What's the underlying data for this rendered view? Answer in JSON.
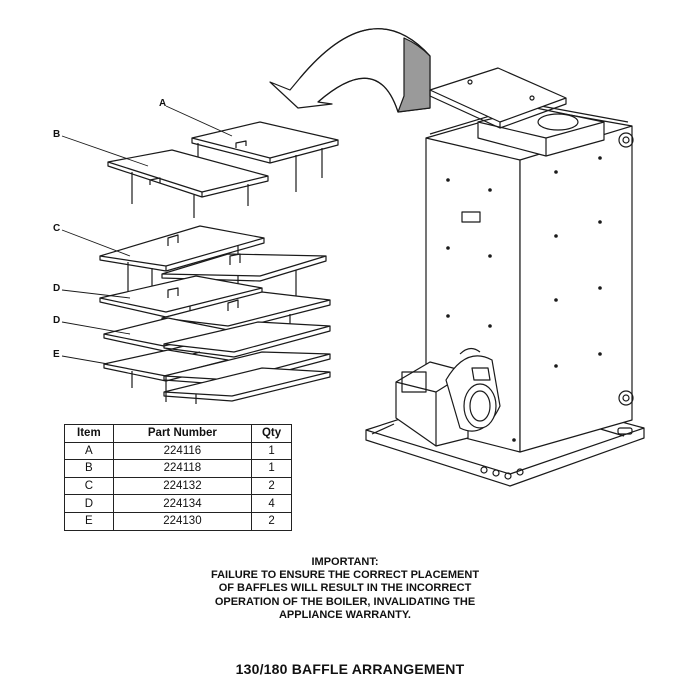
{
  "callouts": {
    "a": "A",
    "b": "B",
    "c": "C",
    "d1": "D",
    "d2": "D",
    "e": "E"
  },
  "parts_table": {
    "headers": [
      "Item",
      "Part Number",
      "Qty"
    ],
    "rows": [
      [
        "A",
        "224116",
        "1"
      ],
      [
        "B",
        "224118",
        "1"
      ],
      [
        "C",
        "224132",
        "2"
      ],
      [
        "D",
        "224134",
        "4"
      ],
      [
        "E",
        "224130",
        "2"
      ]
    ]
  },
  "notice": {
    "heading": "IMPORTANT:",
    "lines": [
      "FAILURE TO ENSURE THE CORRECT PLACEMENT",
      "OF BAFFLES WILL RESULT IN THE INCORRECT",
      "OPERATION OF THE BOILER, INVALIDATING THE",
      "APPLIANCE WARRANTY."
    ]
  },
  "caption": "130/180 BAFFLE ARRANGEMENT",
  "colors": {
    "line": "#1a1a1a",
    "arrow_fill": "#9a9a9a"
  }
}
